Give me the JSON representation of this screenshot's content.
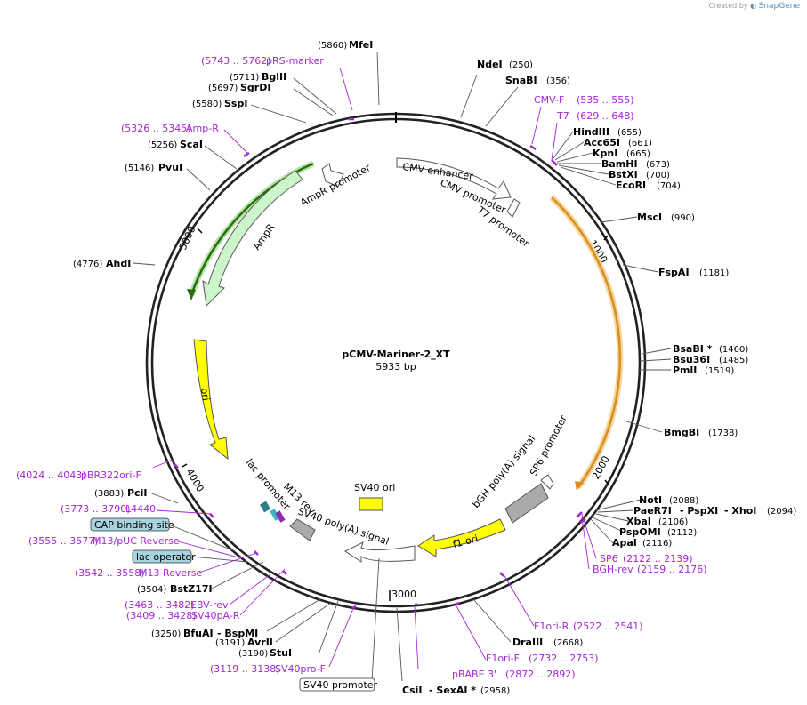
{
  "credit": {
    "prefix": "Created by",
    "brand": "SnapGene"
  },
  "plasmid": {
    "name": "pCMV-Mariner-2_XT",
    "size": "5933 bp"
  },
  "ticks": [
    "1000",
    "2000",
    "3000",
    "4000",
    "5000"
  ],
  "features": [
    {
      "name": "CMV enhancer"
    },
    {
      "name": "CMV promoter"
    },
    {
      "name": "T7 promoter"
    },
    {
      "name": "AmpR promoter"
    },
    {
      "name": "AmpR"
    },
    {
      "name": "ori"
    },
    {
      "name": "lac promoter"
    },
    {
      "name": "M13 rev"
    },
    {
      "name": "SV40 poly(A) signal"
    },
    {
      "name": "SV40 ori"
    },
    {
      "name": "bGH poly(A) signal"
    },
    {
      "name": "SP6 promoter"
    },
    {
      "name": "f1 ori"
    }
  ],
  "sites": [
    {
      "pos": "(5860)",
      "name": "MfeI"
    },
    {
      "pos": "(5743 .. 5762)",
      "name": "pRS-marker"
    },
    {
      "pos": "(5711)",
      "name": "BglII"
    },
    {
      "pos": "(5697)",
      "name": "SgrDI"
    },
    {
      "pos": "(5580)",
      "name": "SspI"
    },
    {
      "pos": "(5326 .. 5345)",
      "name": "Amp-R"
    },
    {
      "pos": "(5256)",
      "name": "ScaI"
    },
    {
      "pos": "(5146)",
      "name": "PvuI"
    },
    {
      "pos": "(4776)",
      "name": "AhdI"
    },
    {
      "pos": "(4024 .. 4043)",
      "name": "pBR322ori-F"
    },
    {
      "pos": "(3883)",
      "name": "PciI"
    },
    {
      "pos": "(3773 .. 3790)",
      "name": "L4440"
    },
    {
      "name": "CAP binding site"
    },
    {
      "pos": "(3555 .. 3577)",
      "name": "M13/pUC Reverse"
    },
    {
      "name": "lac operator"
    },
    {
      "pos": "(3542 .. 3558)",
      "name": "M13 Reverse"
    },
    {
      "pos": "(3504)",
      "name": "BstZ17I"
    },
    {
      "pos": "(3463 .. 3482)",
      "name": "EBV-rev"
    },
    {
      "pos": "(3409 .. 3428)",
      "name": "SV40pA-R"
    },
    {
      "pos": "(3250)",
      "name": "BfuAI",
      "extra": "- BspMI"
    },
    {
      "pos": "(3191)",
      "name": "AvrII"
    },
    {
      "pos": "(3190)",
      "name": "StuI"
    },
    {
      "pos": "(3119 .. 3138)",
      "name": "SV40pro-F"
    },
    {
      "name": "SV40 promoter"
    },
    {
      "name": "CsiI",
      "extra": "- SexAI *",
      "pos": "(2958)"
    },
    {
      "name": "pBABE 3'",
      "pos": "(2872 .. 2892)"
    },
    {
      "name": "F1ori-F",
      "pos": "(2732 .. 2753)"
    },
    {
      "name": "DraIII",
      "pos": "(2668)"
    },
    {
      "name": "F1ori-R",
      "pos": "(2522 .. 2541)"
    },
    {
      "name": "BGH-rev",
      "pos": "(2159 .. 2176)"
    },
    {
      "name": "SP6",
      "pos": "(2122 .. 2139)"
    },
    {
      "name": "ApaI",
      "pos": "(2116)"
    },
    {
      "name": "PspOMI",
      "pos": "(2112)"
    },
    {
      "name": "XbaI",
      "pos": "(2106)"
    },
    {
      "name": "PaeR7I",
      "extra": "- PspXI",
      "extra2": "- XhoI",
      "pos": "(2094)"
    },
    {
      "name": "NotI",
      "pos": "(2088)"
    },
    {
      "name": "BmgBI",
      "pos": "(1738)"
    },
    {
      "name": "PmlI",
      "pos": "(1519)"
    },
    {
      "name": "Bsu36I",
      "pos": "(1485)"
    },
    {
      "name": "BsaBI *",
      "pos": "(1460)"
    },
    {
      "name": "FspAI",
      "pos": "(1181)"
    },
    {
      "name": "MscI",
      "pos": "(990)"
    },
    {
      "name": "EcoRI",
      "pos": "(704)"
    },
    {
      "name": "BstXI",
      "pos": "(700)"
    },
    {
      "name": "BamHI",
      "pos": "(673)"
    },
    {
      "name": "KpnI",
      "pos": "(665)"
    },
    {
      "name": "Acc65I",
      "pos": "(661)"
    },
    {
      "name": "HindIII",
      "pos": "(655)"
    },
    {
      "name": "T7",
      "pos": "(629 .. 648)"
    },
    {
      "name": "CMV-F",
      "pos": "(535 .. 555)"
    },
    {
      "name": "SnaBI",
      "pos": "(356)"
    },
    {
      "name": "NdeI",
      "pos": "(250)"
    }
  ]
}
